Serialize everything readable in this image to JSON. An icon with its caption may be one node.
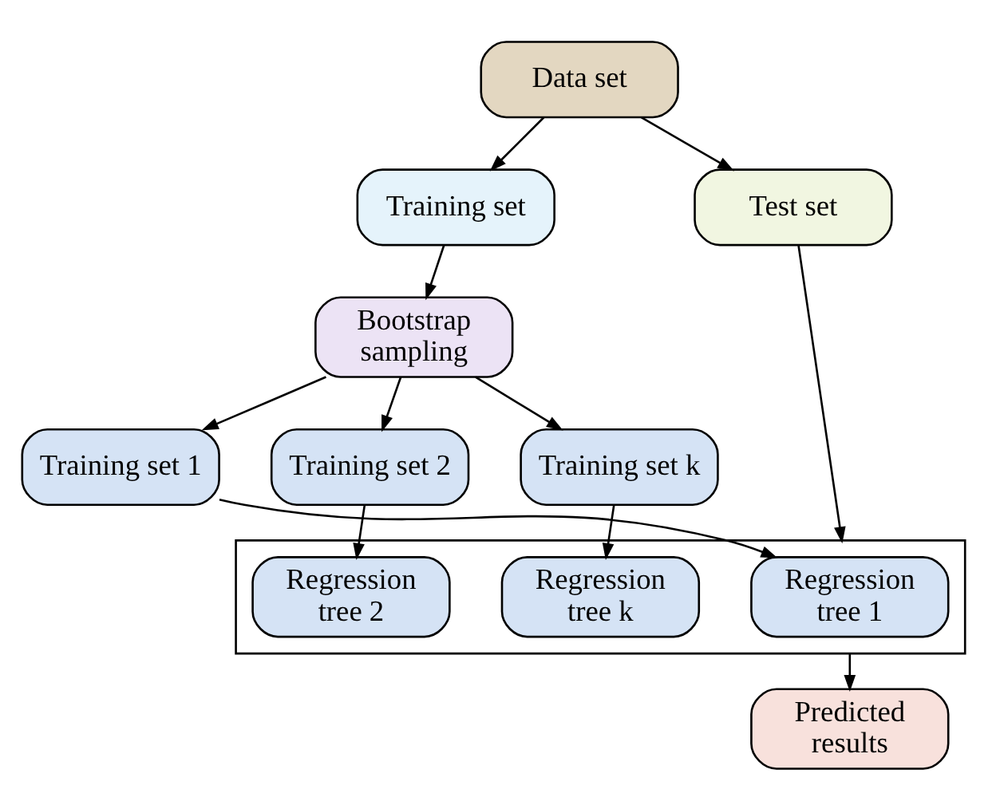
{
  "diagram": {
    "nodes": [
      {
        "text": [
          "Data set"
        ]
      },
      {
        "text": [
          "Training set"
        ]
      },
      {
        "text": [
          "Test set"
        ]
      },
      {
        "text": [
          "Bootstrap sampling"
        ]
      },
      {
        "text": [
          "Training set 1"
        ]
      },
      {
        "text": [
          "Training set 2"
        ]
      },
      {
        "text": [
          "Training set k"
        ]
      },
      {
        "text": [],
        "shape": "box"
      },
      {
        "text": [
          "Regression tree 1"
        ],
        "in": 7
      },
      {
        "text": [
          "Regression tree 2"
        ],
        "in": 7
      },
      {
        "text": [
          "Regression tree k"
        ],
        "in": 7
      },
      {
        "text": [
          "Predicted results"
        ]
      }
    ],
    "edges": [
      {
        "from": 0,
        "to": 1,
        "arrow": "to"
      },
      {
        "from": 0,
        "to": 2,
        "arrow": "to"
      },
      {
        "from": 1,
        "to": 3,
        "arrow": "to"
      },
      {
        "from": 3,
        "to": 4,
        "arrow": "to"
      },
      {
        "from": 3,
        "to": 5,
        "arrow": "to"
      },
      {
        "from": 3,
        "to": 6,
        "arrow": "to"
      },
      {
        "from": 4,
        "to": 8,
        "arrow": "to"
      },
      {
        "from": 5,
        "to": 9,
        "arrow": "to"
      },
      {
        "from": 6,
        "to": 10,
        "arrow": "to"
      },
      {
        "from": 2,
        "to": 7,
        "arrow": "to"
      },
      {
        "from": 7,
        "to": 11,
        "arrow": "to"
      }
    ]
  }
}
